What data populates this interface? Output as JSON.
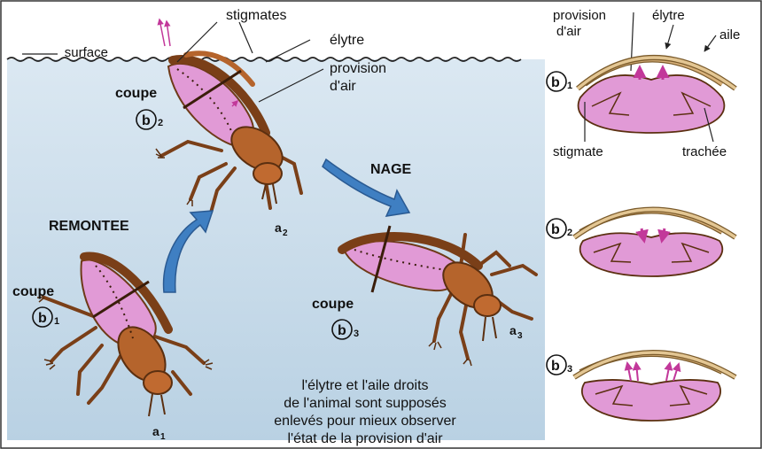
{
  "labels": {
    "surface": "surface",
    "stigmates": "stigmates",
    "elytre_top": "élytre",
    "provision_top_1": "provision",
    "provision_top_2": "d'air",
    "coupe": "coupe",
    "remontee": "REMONTEE",
    "nage": "NAGE",
    "a1": "a",
    "a1_sub": "1",
    "a2": "a",
    "a2_sub": "2",
    "a3": "a",
    "a3_sub": "3",
    "b1": "b",
    "b1_sub": "1",
    "b2": "b",
    "b2_sub": "2",
    "b3": "b",
    "b3_sub": "3"
  },
  "right_panel": {
    "provision_1": "provision",
    "provision_2": "d'air",
    "elytre": "élytre",
    "aile": "aile",
    "stigmate": "stigmate",
    "trachee": "trachée"
  },
  "note": {
    "line1": "l'élytre et l'aile droits",
    "line2": "de l'animal sont supposés",
    "line3": "enlevés pour mieux observer",
    "line4": "l'état de la provision d'air"
  },
  "colors": {
    "water": "#c8dbe8",
    "body": "#b5642c",
    "pink": "#e19ad6",
    "arrow": "#3f7fc2",
    "elytra": "#d8b17a"
  }
}
